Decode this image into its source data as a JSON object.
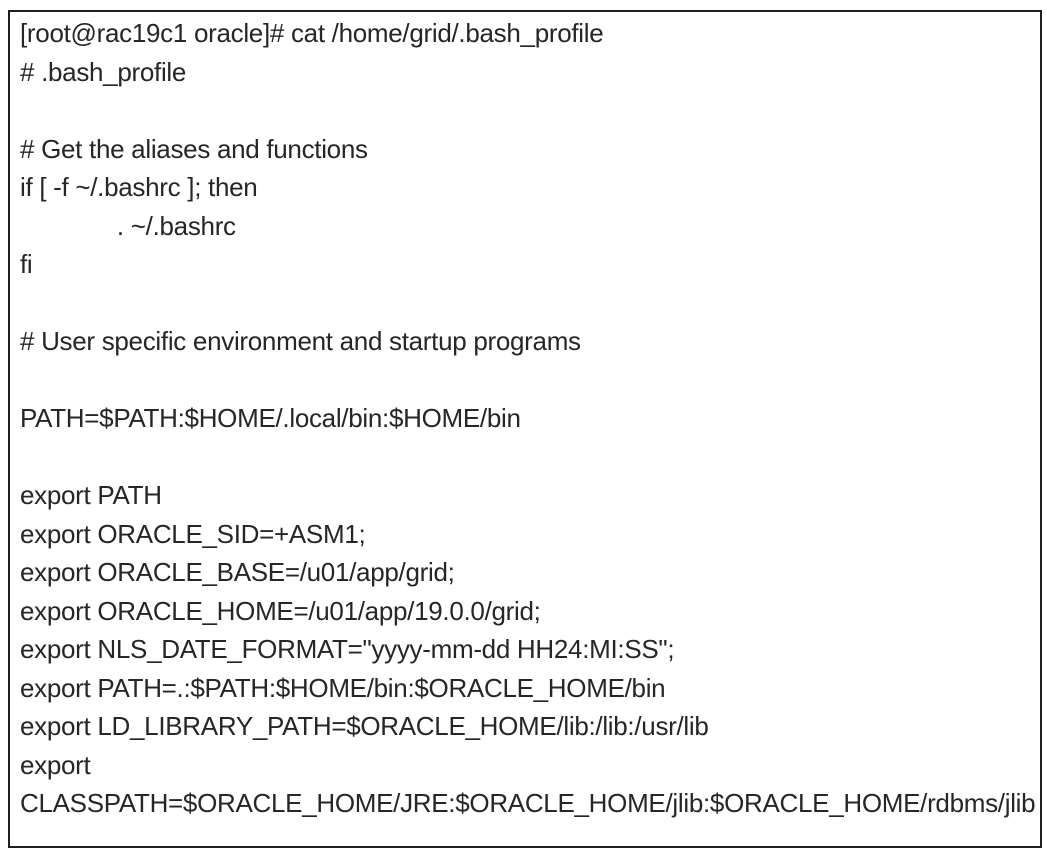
{
  "colors": {
    "background": "#ffffff",
    "border": "#1f1f1f",
    "text": "#262626"
  },
  "terminal": {
    "lines": [
      "[root@rac19c1 oracle]# cat /home/grid/.bash_profile",
      "# .bash_profile",
      "",
      "# Get the aliases and functions",
      "if [ -f ~/.bashrc ]; then",
      "              . ~/.bashrc",
      "fi",
      "",
      "# User specific environment and startup programs",
      "",
      "PATH=$PATH:$HOME/.local/bin:$HOME/bin",
      "",
      "export PATH",
      "export ORACLE_SID=+ASM1;",
      "export ORACLE_BASE=/u01/app/grid;",
      "export ORACLE_HOME=/u01/app/19.0.0/grid;",
      "export NLS_DATE_FORMAT=\"yyyy-mm-dd HH24:MI:SS\";",
      "export PATH=.:$PATH:$HOME/bin:$ORACLE_HOME/bin",
      "export LD_LIBRARY_PATH=$ORACLE_HOME/lib:/lib:/usr/lib",
      "export",
      "CLASSPATH=$ORACLE_HOME/JRE:$ORACLE_HOME/jlib:$ORACLE_HOME/rdbms/jlib"
    ]
  }
}
